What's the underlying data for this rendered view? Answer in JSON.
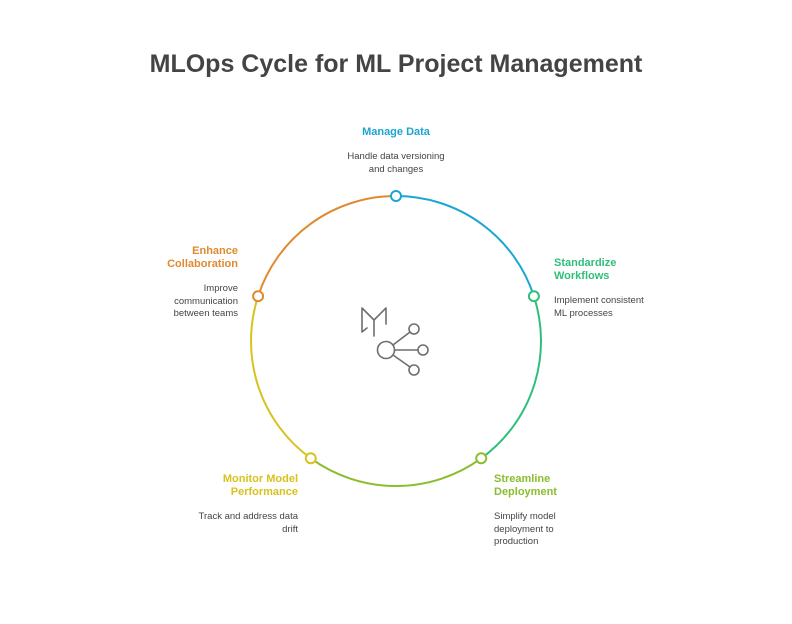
{
  "title": "MLOps Cycle for ML Project Management",
  "colors": {
    "blue": "#1ba6d2",
    "green": "#2fbf7a",
    "lime": "#8bbd2e",
    "yellow": "#d8c21e",
    "orange": "#e08a2e",
    "icon": "#6e6e6e"
  },
  "stages": [
    {
      "id": "manage-data",
      "heading": "Manage Data",
      "description": "Handle data versioning\nand changes",
      "color": "#1ba6d2"
    },
    {
      "id": "standardize-workflows",
      "heading": "Standardize\nWorkflows",
      "description": "Implement consistent\nML processes",
      "color": "#2fbf7a"
    },
    {
      "id": "streamline-deployment",
      "heading": "Streamline\nDeployment",
      "description": "Simplify model\ndeployment to\nproduction",
      "color": "#8bbd2e"
    },
    {
      "id": "monitor-performance",
      "heading": "Monitor Model\nPerformance",
      "description": "Track and address data\ndrift",
      "color": "#d8c21e"
    },
    {
      "id": "enhance-collaboration",
      "heading": "Enhance\nCollaboration",
      "description": "Improve\ncommunication\nbetween teams",
      "color": "#e08a2e"
    }
  ],
  "center_icon": "ml-network-icon"
}
